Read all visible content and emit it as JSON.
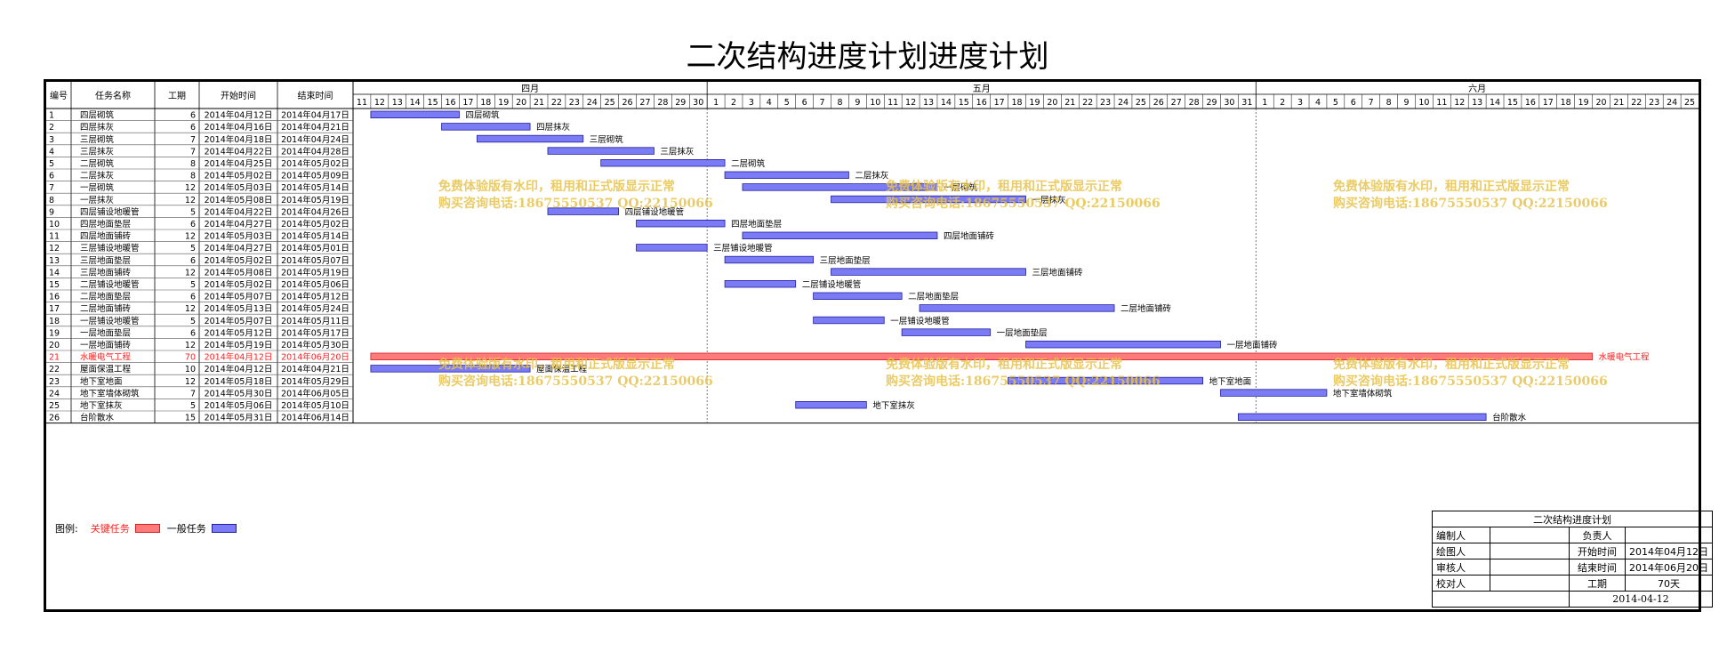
{
  "title": "二次结构进度计划进度计划",
  "colors": {
    "normal_fill": "#7b7bf5",
    "normal_stroke": "#2020a0",
    "critical_fill": "#ff7b7b",
    "critical_stroke": "#d02020",
    "critical_text": "#ff2020",
    "watermark": "#e7c24a"
  },
  "table_headers": [
    "编号",
    "任务名称",
    "工期",
    "开始时间",
    "结束时间"
  ],
  "months": [
    {
      "label": "四月",
      "days": [
        "11",
        "12",
        "13",
        "14",
        "15",
        "16",
        "17",
        "18",
        "19",
        "20",
        "21",
        "22",
        "23",
        "24",
        "25",
        "26",
        "27",
        "28",
        "29",
        "30"
      ]
    },
    {
      "label": "五月",
      "days": [
        "1",
        "2",
        "3",
        "4",
        "5",
        "6",
        "7",
        "8",
        "9",
        "10",
        "11",
        "12",
        "13",
        "14",
        "15",
        "16",
        "17",
        "18",
        "19",
        "20",
        "21",
        "22",
        "23",
        "24",
        "25",
        "26",
        "27",
        "28",
        "29",
        "30",
        "31"
      ]
    },
    {
      "label": "六月",
      "days": [
        "1",
        "2",
        "3",
        "4",
        "5",
        "6",
        "7",
        "8",
        "9",
        "10",
        "11",
        "12",
        "13",
        "14",
        "15",
        "16",
        "17",
        "18",
        "19",
        "20",
        "21",
        "22",
        "23",
        "24",
        "25"
      ]
    }
  ],
  "chart_data": {
    "type": "gantt",
    "timeline_start": "2014-04-11",
    "timeline_end": "2014-06-25",
    "tasks": [
      {
        "id": "1",
        "name": "四层砌筑",
        "duration": "6",
        "start": "2014年04月12日",
        "end": "2014年04月17日",
        "s": "2014-04-12",
        "e": "2014-04-17",
        "critical": false
      },
      {
        "id": "2",
        "name": "四层抹灰",
        "duration": "6",
        "start": "2014年04月16日",
        "end": "2014年04月21日",
        "s": "2014-04-16",
        "e": "2014-04-21",
        "critical": false
      },
      {
        "id": "3",
        "name": "三层砌筑",
        "duration": "7",
        "start": "2014年04月18日",
        "end": "2014年04月24日",
        "s": "2014-04-18",
        "e": "2014-04-24",
        "critical": false
      },
      {
        "id": "4",
        "name": "三层抹灰",
        "duration": "7",
        "start": "2014年04月22日",
        "end": "2014年04月28日",
        "s": "2014-04-22",
        "e": "2014-04-28",
        "critical": false
      },
      {
        "id": "5",
        "name": "二层砌筑",
        "duration": "8",
        "start": "2014年04月25日",
        "end": "2014年05月02日",
        "s": "2014-04-25",
        "e": "2014-05-02",
        "critical": false
      },
      {
        "id": "6",
        "name": "二层抹灰",
        "duration": "8",
        "start": "2014年05月02日",
        "end": "2014年05月09日",
        "s": "2014-05-02",
        "e": "2014-05-09",
        "critical": false
      },
      {
        "id": "7",
        "name": "一层砌筑",
        "duration": "12",
        "start": "2014年05月03日",
        "end": "2014年05月14日",
        "s": "2014-05-03",
        "e": "2014-05-14",
        "critical": false
      },
      {
        "id": "8",
        "name": "一层抹灰",
        "duration": "12",
        "start": "2014年05月08日",
        "end": "2014年05月19日",
        "s": "2014-05-08",
        "e": "2014-05-19",
        "critical": false
      },
      {
        "id": "9",
        "name": "四层铺设地暖管",
        "duration": "5",
        "start": "2014年04月22日",
        "end": "2014年04月26日",
        "s": "2014-04-22",
        "e": "2014-04-26",
        "critical": false
      },
      {
        "id": "10",
        "name": "四层地面垫层",
        "duration": "6",
        "start": "2014年04月27日",
        "end": "2014年05月02日",
        "s": "2014-04-27",
        "e": "2014-05-02",
        "critical": false
      },
      {
        "id": "11",
        "name": "四层地面铺砖",
        "duration": "12",
        "start": "2014年05月03日",
        "end": "2014年05月14日",
        "s": "2014-05-03",
        "e": "2014-05-14",
        "critical": false
      },
      {
        "id": "12",
        "name": "三层铺设地暖管",
        "duration": "5",
        "start": "2014年04月27日",
        "end": "2014年05月01日",
        "s": "2014-04-27",
        "e": "2014-05-01",
        "critical": false
      },
      {
        "id": "13",
        "name": "三层地面垫层",
        "duration": "6",
        "start": "2014年05月02日",
        "end": "2014年05月07日",
        "s": "2014-05-02",
        "e": "2014-05-07",
        "critical": false
      },
      {
        "id": "14",
        "name": "三层地面铺砖",
        "duration": "12",
        "start": "2014年05月08日",
        "end": "2014年05月19日",
        "s": "2014-05-08",
        "e": "2014-05-19",
        "critical": false
      },
      {
        "id": "15",
        "name": "二层铺设地暖管",
        "duration": "5",
        "start": "2014年05月02日",
        "end": "2014年05月06日",
        "s": "2014-05-02",
        "e": "2014-05-06",
        "critical": false
      },
      {
        "id": "16",
        "name": "二层地面垫层",
        "duration": "6",
        "start": "2014年05月07日",
        "end": "2014年05月12日",
        "s": "2014-05-07",
        "e": "2014-05-12",
        "critical": false
      },
      {
        "id": "17",
        "name": "二层地面铺砖",
        "duration": "12",
        "start": "2014年05月13日",
        "end": "2014年05月24日",
        "s": "2014-05-13",
        "e": "2014-05-24",
        "critical": false
      },
      {
        "id": "18",
        "name": "一层铺设地暖管",
        "duration": "5",
        "start": "2014年05月07日",
        "end": "2014年05月11日",
        "s": "2014-05-07",
        "e": "2014-05-11",
        "critical": false
      },
      {
        "id": "19",
        "name": "一层地面垫层",
        "duration": "6",
        "start": "2014年05月12日",
        "end": "2014年05月17日",
        "s": "2014-05-12",
        "e": "2014-05-17",
        "critical": false
      },
      {
        "id": "20",
        "name": "一层地面铺砖",
        "duration": "12",
        "start": "2014年05月19日",
        "end": "2014年05月30日",
        "s": "2014-05-19",
        "e": "2014-05-30",
        "critical": false
      },
      {
        "id": "21",
        "name": "水暖电气工程",
        "duration": "70",
        "start": "2014年04月12日",
        "end": "2014年06月20日",
        "s": "2014-04-12",
        "e": "2014-06-20",
        "critical": true
      },
      {
        "id": "22",
        "name": "屋面保温工程",
        "duration": "10",
        "start": "2014年04月12日",
        "end": "2014年04月21日",
        "s": "2014-04-12",
        "e": "2014-04-21",
        "critical": false
      },
      {
        "id": "23",
        "name": "地下室地面",
        "duration": "12",
        "start": "2014年05月18日",
        "end": "2014年05月29日",
        "s": "2014-05-18",
        "e": "2014-05-29",
        "critical": false
      },
      {
        "id": "24",
        "name": "地下室墙体砌筑",
        "duration": "7",
        "start": "2014年05月30日",
        "end": "2014年06月05日",
        "s": "2014-05-30",
        "e": "2014-06-05",
        "critical": false
      },
      {
        "id": "25",
        "name": "地下室抹灰",
        "duration": "5",
        "start": "2014年05月06日",
        "end": "2014年05月10日",
        "s": "2014-05-06",
        "e": "2014-05-10",
        "critical": false
      },
      {
        "id": "26",
        "name": "台阶散水",
        "duration": "15",
        "start": "2014年05月31日",
        "end": "2014年06月14日",
        "s": "2014-05-31",
        "e": "2014-06-14",
        "critical": false
      }
    ]
  },
  "legend": {
    "prefix": "图例:",
    "critical_label": "关键任务",
    "normal_label": "一般任务"
  },
  "signbox": {
    "title": "二次结构进度计划",
    "editor_label": "编制人",
    "editor": "",
    "owner_label": "负责人",
    "owner": "",
    "drawer_label": "绘图人",
    "drawer": "",
    "start_label": "开始时间",
    "start": "2014年04月12日",
    "reviewer_label": "审核人",
    "reviewer": "",
    "end_label": "结束时间",
    "end": "2014年06月20日",
    "checker_label": "校对人",
    "checker": "",
    "duration_label": "工期",
    "duration": "70天",
    "date": "2014-04-12"
  },
  "watermark": {
    "line1": "免费体验版有水印，租用和正式版显示正常",
    "line2": "购买咨询电话:18675550537 QQ:22150066"
  }
}
